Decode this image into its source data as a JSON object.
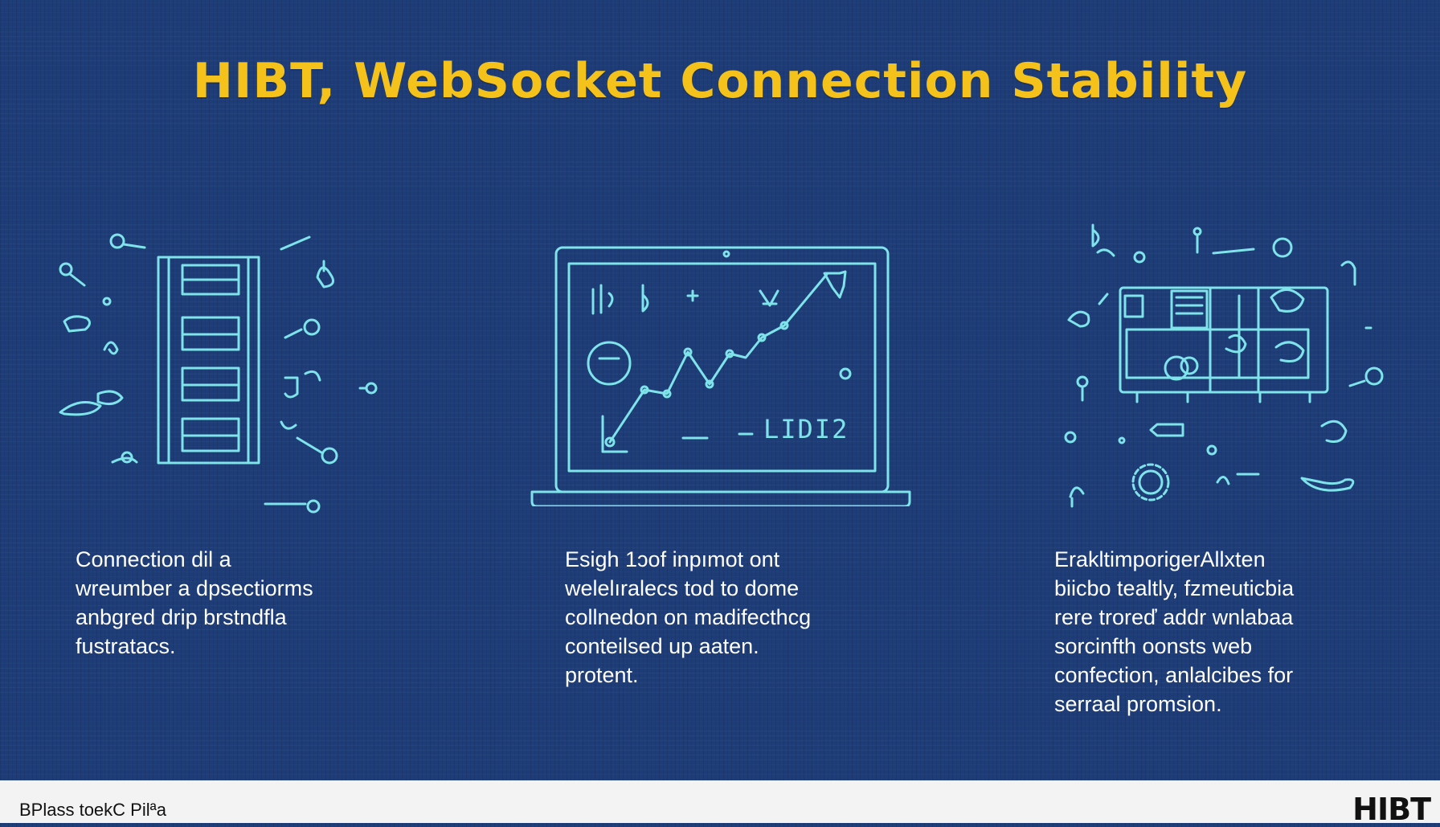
{
  "title": "HIBT, WebSocket Connection Stability",
  "panels": [
    {
      "icon": "server-rack-icon",
      "lines": [
        "Connection dil a",
        "wreumber a dpsectiorms",
        "anbgred drip brstndfla",
        "fustratacs."
      ]
    },
    {
      "icon": "laptop-chart-icon",
      "lines": [
        "Esigh 1ɔof inpımot ont",
        "welelıralecs tod to dome",
        "collnedon on madifecthcg",
        "conteilsed up aaten.",
        "protent."
      ]
    },
    {
      "icon": "network-device-icon",
      "lines": [
        "ErakltimporigerAllxten",
        "biicbo tealtly, fzmeuticbia",
        "rere troreď addr wnlabaa",
        "sorcinfth oonsts web",
        "confection, anlalcibes for",
        "serraal promsion."
      ]
    }
  ],
  "laptop_screen_text": "LIDI2",
  "footer": {
    "caption": "BPlass toekC Pilªa",
    "logo": "HIBT"
  },
  "colors": {
    "background": "#1e3d78",
    "title": "#f4c21b",
    "line_art": "#7fe3ea",
    "text": "#ffffff",
    "footer_bg": "#f3f3f3"
  }
}
